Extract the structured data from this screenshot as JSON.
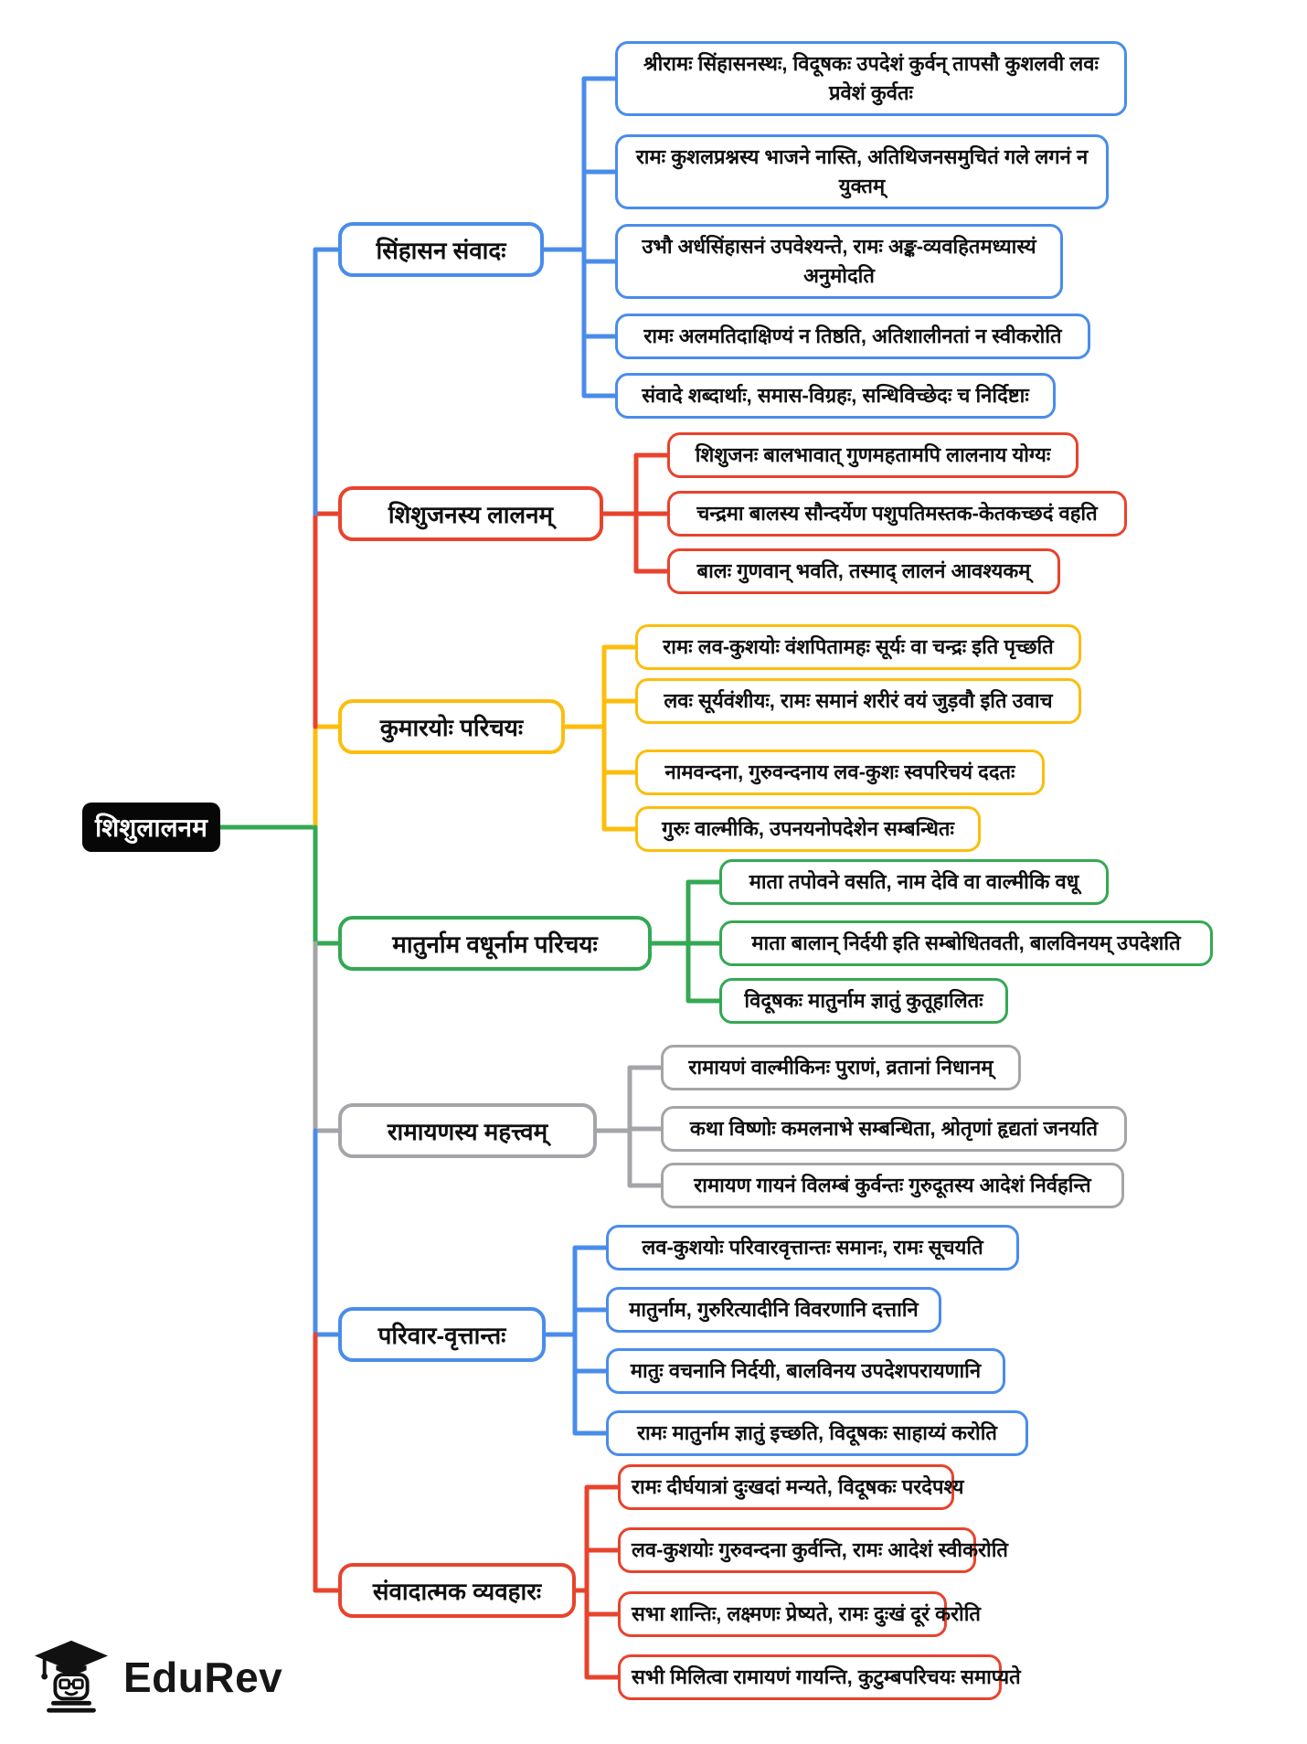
{
  "root": {
    "label": "शिशुलालनम"
  },
  "branches": [
    {
      "topic": "सिंहासन संवादः",
      "color": "#4a8ceb",
      "leaves": [
        "श्रीरामः सिंहासनस्थः, विदूषकः उपदेशं कुर्वन् तापसौ कुशलवी लवः प्रवेशं कुर्वतः",
        "रामः कुशलप्रश्नस्य भाजने नास्ति, अतिथिजनसमुचितं गले लगनं न युक्तम्",
        "उभौ अर्धसिंहासनं उपवेश्यन्ते, रामः अङ्क-व्यवहितमध्यास्यं अनुमोदति",
        "रामः अलमतिदाक्षिण्यं न तिष्ठति, अतिशालीनतां न स्वीकरोति",
        "संवादे शब्दार्थाः, समास-विग्रहः, सन्धिविच्छेदः च निर्दिष्टाः"
      ]
    },
    {
      "topic": "शिशुजनस्य लालनम्",
      "color": "#e8432d",
      "leaves": [
        "शिशुजनः बालभावात् गुणमहतामपि लालनाय योग्यः",
        "चन्द्रमा बालस्य सौन्दर्येण पशुपतिमस्तक-केतकच्छदं वहति",
        "बालः गुणवान् भवति, तस्माद् लालनं आवश्यकम्"
      ]
    },
    {
      "topic": "कुमारयोः परिचयः",
      "color": "#fcbd0d",
      "leaves": [
        "रामः लव-कुशयोः वंशपितामहः सूर्यः वा चन्द्रः इति पृच्छति",
        "लवः सूर्यवंशीयः, रामः समानं शरीरं वयं जुड़वौ इति उवाच",
        "नामवन्दना, गुरुवन्दनाय लव-कुशः स्वपरिचयं ददतः",
        "गुरुः वाल्मीकि, उपनयनोपदेशेन सम्बन्धितः"
      ]
    },
    {
      "topic": "मातुर्नाम वधूर्नाम परिचयः",
      "color": "#34a853",
      "leaves": [
        "माता तपोवने वसति, नाम देवि वा वाल्मीकि वधू",
        "माता बालान् निर्दयी इति सम्बोधितवती, बालविनयम् उपदेशति",
        "विदूषकः मातुर्नाम ज्ञातुं कुतूहालितः"
      ]
    },
    {
      "topic": "रामायणस्य महत्त्वम्",
      "color": "#a3a5a8",
      "leaves": [
        "रामायणं वाल्मीकिनः पुराणं, व्रतानां निधानम्",
        "कथा विष्णोः कमलनाभे सम्बन्धिता, श्रोतृणां हृद्यतां जनयति",
        "रामायण गायनं विलम्बं कुर्वन्तः गुरुदूतस्य आदेशं निर्वहन्ति"
      ]
    },
    {
      "topic": "परिवार-वृत्तान्तः",
      "color": "#4a8ceb",
      "leaves": [
        "लव-कुशयोः परिवारवृत्तान्तः समानः, रामः सूचयति",
        "मातुर्नाम, गुरुरित्यादीनि विवरणानि दत्तानि",
        "मातुः वचनानि निर्दयी, बालविनय उपदेशपरायणानि",
        "रामः मातुर्नाम ज्ञातुं इच्छति, विदूषकः साहाय्यं करोति"
      ]
    },
    {
      "topic": "संवादात्मक व्यवहारः",
      "color": "#e8432d",
      "leaves": [
        "रामः दीर्घयात्रां दुःखदां मन्यते, विदूषकः परदेपश्य",
        "लव-कुशयोः गुरुवन्दना कुर्वन्ति, रामः आदेशं स्वीकरोति",
        "सभा शान्तिः, लक्ष्मणः प्रेष्यते, रामः दुःखं दूरं करोति",
        "सभी मिलित्वा रामायणं गायन्ति, कुटुम्बपरिचयः समाप्यते"
      ]
    }
  ],
  "logo": {
    "brand": "EduRev",
    "icon": "graduation-cap-mascot-icon"
  }
}
